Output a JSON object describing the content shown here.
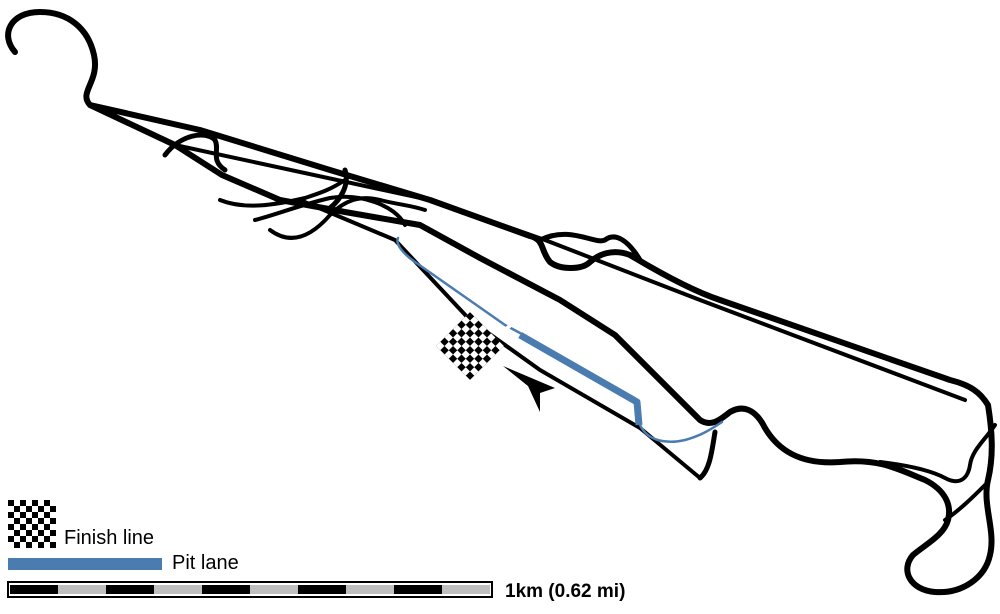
{
  "legend": {
    "finish_line_label": "Finish line",
    "pit_lane_label": "Pit lane"
  },
  "scale": {
    "label": "1km (0.62 mi)"
  },
  "colors": {
    "track": "#000000",
    "pit_lane": "#4a7cb0",
    "background": "#ffffff"
  },
  "icons": {
    "finish_flag": "checkered-flag-icon",
    "direction": "direction-arrow-icon"
  }
}
